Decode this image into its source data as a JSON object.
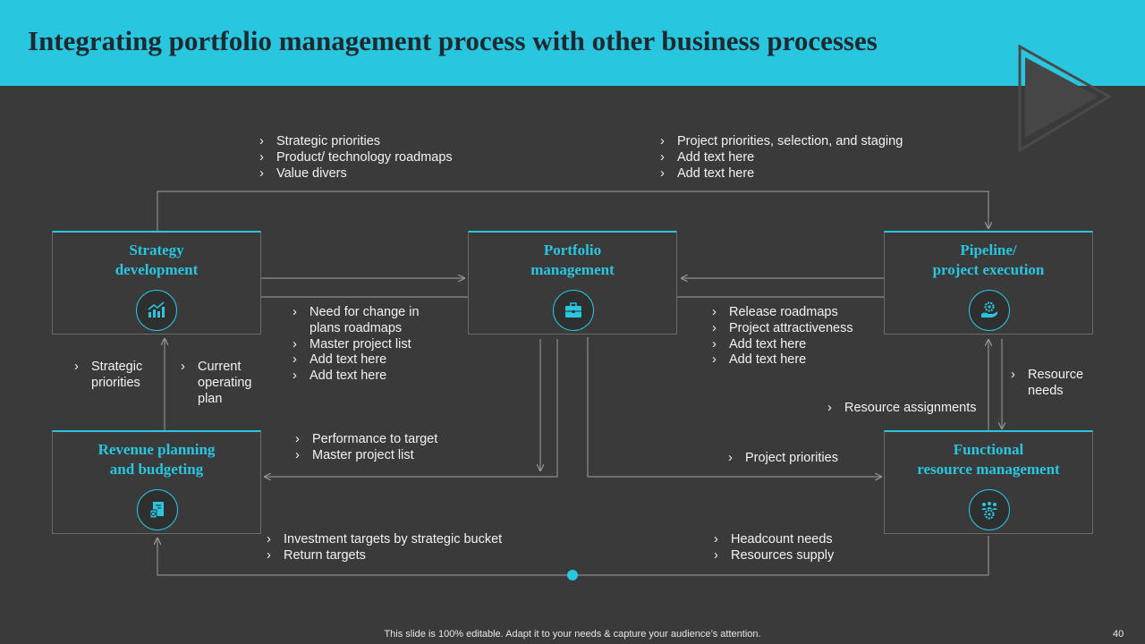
{
  "slide": {
    "title": "Integrating portfolio management process with other business processes",
    "footer": "This slide is 100% editable. Adapt it to your needs & capture your audience’s attention.",
    "page_number": "40",
    "accent_color": "#29c6e0",
    "background_color": "#3a3a3a"
  },
  "boxes": {
    "strategy": {
      "title_1": "Strategy",
      "title_2": "development",
      "icon": "growth-chart-icon"
    },
    "portfolio": {
      "title_1": "Portfolio",
      "title_2": "management",
      "icon": "briefcase-icon"
    },
    "pipeline": {
      "title_1": "Pipeline/",
      "title_2": "project execution",
      "icon": "hand-gear-icon"
    },
    "revenue": {
      "title_1": "Revenue planning",
      "title_2": "and budgeting",
      "icon": "budget-document-icon"
    },
    "functional": {
      "title_1": "Functional",
      "title_2": "resource management",
      "icon": "team-gear-icon"
    }
  },
  "labels": {
    "top_left": [
      "Strategic priorities",
      "Product/ technology roadmaps",
      "Value divers"
    ],
    "top_right": [
      "Project priorities, selection, and staging",
      "Add text here",
      "Add text here"
    ],
    "strategy_to_portfolio": [
      "Need for change in plans roadmaps",
      "Master project list",
      "Add text here",
      "Add text here"
    ],
    "pipeline_to_portfolio": [
      "Release roadmaps",
      "Project attractiveness",
      "Add text here",
      "Add text here"
    ],
    "left_strategic": [
      "Strategic priorities"
    ],
    "left_operating": [
      "Current operating plan"
    ],
    "portfolio_to_revenue": [
      "Performance to target",
      "Master project list"
    ],
    "resource_needs": [
      "Resource needs"
    ],
    "resource_assignments": [
      "Resource assignments"
    ],
    "project_priorities": [
      "Project priorities"
    ],
    "bottom_left": [
      "Investment targets by strategic bucket",
      "Return targets"
    ],
    "bottom_right": [
      "Headcount needs",
      "Resources supply"
    ]
  }
}
